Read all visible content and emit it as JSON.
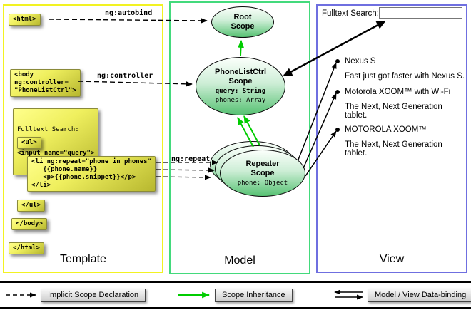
{
  "panels": {
    "template": {
      "label": "Template"
    },
    "model": {
      "label": "Model"
    },
    "view": {
      "label": "View"
    }
  },
  "template_code": {
    "html_open": "<html>",
    "body_open": "<body\nng:controller=\n\"PhoneListCtrl\">",
    "fulltext_label": "Fulltext Search:",
    "fulltext_input": "<input name=\"query\">",
    "ul_open": "<ul>",
    "li_repeat": "<li ng:repeat=\"phone in phones\"\n   {{phone.name}}\n   <p>{{phone.snippet}}</p>\n</li>",
    "ul_close": "</ul>",
    "body_close": "</body>",
    "html_close": "</html>"
  },
  "arrow_labels": {
    "autobind": "ng:autobind",
    "controller": "ng:controller",
    "repeat": "ng:repeat"
  },
  "model": {
    "root_scope": {
      "title": "Root\nScope"
    },
    "phonelist_scope": {
      "title": "PhoneListCtrl\nScope",
      "query": "query: String",
      "phones": "phones: Array"
    },
    "repeater_scope": {
      "title": "Repeater\nScope",
      "phone": "phone: Object"
    }
  },
  "view": {
    "search_label": "Fulltext Search:",
    "search_value": "",
    "items": [
      {
        "title": "Nexus S",
        "subtitle": "Fast just got faster with Nexus S."
      },
      {
        "title": "Motorola XOOM™ with Wi-Fi",
        "subtitle": "The Next, Next Generation tablet."
      },
      {
        "title": "MOTOROLA XOOM™",
        "subtitle": "The Next, Next Generation tablet."
      }
    ]
  },
  "legend": {
    "implicit": "Implicit Scope Declaration",
    "inheritance": "Scope Inheritance",
    "binding": "Model / View Data-binding"
  },
  "colors": {
    "template_border": "#f2f222",
    "model_border": "#43da7c",
    "view_border": "#6f6fe0",
    "code_box": "#e8e850",
    "scope_fill": "#57c273",
    "inheritance_arrow": "#00cc00",
    "arrow_black": "#000000"
  }
}
